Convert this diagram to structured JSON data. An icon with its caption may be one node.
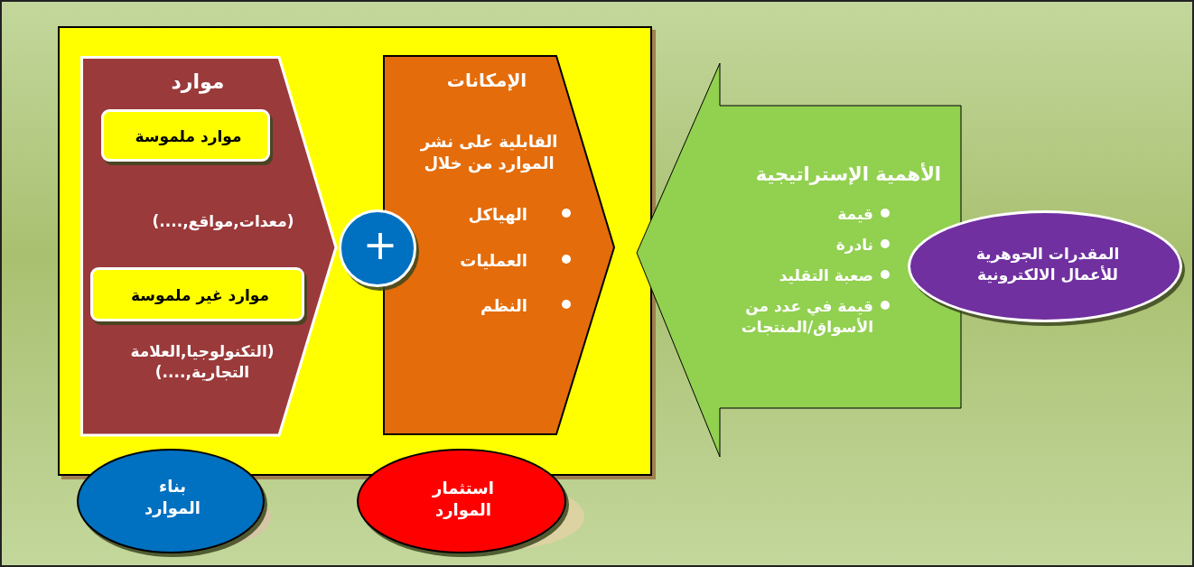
{
  "diagram": {
    "nodes": [
      {
        "text": [],
        "shape": "box"
      },
      {
        "text": [
          "موارد",
          "(معدات,مواقع,....)",
          "(التكنولوجيا,العلامة التجارية,....)"
        ],
        "in": 0
      },
      {
        "text": [
          "موارد ملموسة"
        ],
        "in": 1
      },
      {
        "text": [
          "موارد غير ملموسة"
        ],
        "in": 1
      },
      {
        "text": [
          "+"
        ],
        "in": 0
      },
      {
        "text": [
          "الإمكانات",
          "القابلية على نشر الموارد من خلال",
          "الهياكل",
          "العمليات",
          "النظم"
        ],
        "in": 0
      },
      {
        "text": [
          "الأهمية الإستراتيجية",
          "قيمة",
          "نادرة",
          "صعبة التقليد",
          "قيمة في عدد من الأسواق/المنتجات"
        ]
      },
      {
        "text": [
          "المقدرات الجوهرية للأعمال الالكترونية"
        ]
      },
      {
        "text": [
          "بناء الموارد"
        ]
      },
      {
        "text": [
          "استثمار الموارد"
        ]
      }
    ]
  }
}
